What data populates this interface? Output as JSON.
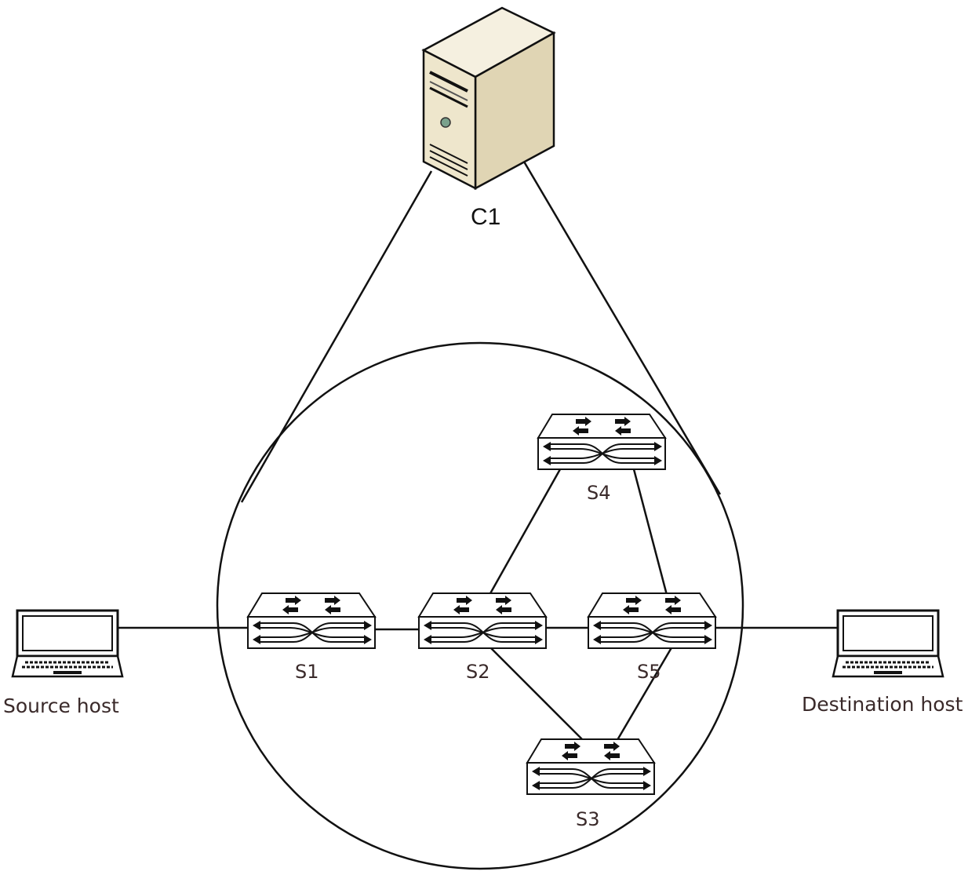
{
  "controller": {
    "label": "C1",
    "icon": "server-icon"
  },
  "switches": [
    {
      "id": "S1",
      "label": "S1",
      "icon": "switch-icon"
    },
    {
      "id": "S2",
      "label": "S2",
      "icon": "switch-icon"
    },
    {
      "id": "S3",
      "label": "S3",
      "icon": "switch-icon"
    },
    {
      "id": "S4",
      "label": "S4",
      "icon": "switch-icon"
    },
    {
      "id": "S5",
      "label": "S5",
      "icon": "switch-icon"
    }
  ],
  "hosts": [
    {
      "id": "source",
      "label": "Source host",
      "icon": "laptop-icon"
    },
    {
      "id": "destination",
      "label": "Destination host",
      "icon": "laptop-icon"
    }
  ],
  "links": [
    [
      "source",
      "S1"
    ],
    [
      "S1",
      "S2"
    ],
    [
      "S2",
      "S5"
    ],
    [
      "S5",
      "destination"
    ],
    [
      "S2",
      "S4"
    ],
    [
      "S4",
      "S5"
    ],
    [
      "S2",
      "S3"
    ],
    [
      "S3",
      "S5"
    ]
  ],
  "colors": {
    "line": "#111111",
    "server_body": "#e8dfc4",
    "label_text": "#3a2a2a"
  }
}
